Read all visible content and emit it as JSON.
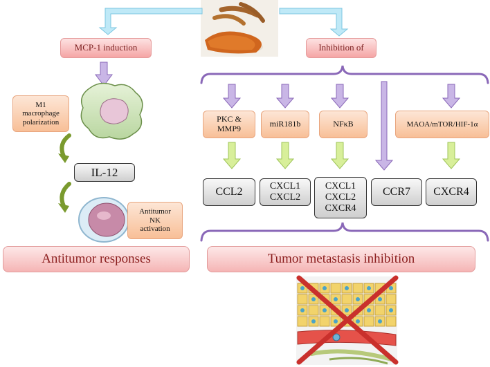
{
  "nodes": {
    "mcp1": "MCP-1 induction",
    "inhibition": "Inhibition of",
    "m1": "M1\nmacrophage\npolarization",
    "il12": "IL-12",
    "nk": "Antitumor\nNK\nactivation",
    "pkc": "PKC &\nMMP9",
    "mir": "miR181b",
    "nfkb": "NFκB",
    "maoa": "MAOA/mTOR/HIF-1α",
    "ccl2": "CCL2",
    "cxcl12a": "CXCL1\nCXCL2",
    "cxcl12b": "CXCL1\nCXCL2\nCXCR4",
    "ccr7": "CCR7",
    "cxcr4": "CXCR4"
  },
  "bands": {
    "antitumor": "Antitumor responses",
    "metastasis": "Tumor metastasis inhibition"
  },
  "colors": {
    "purple_arrow": "#c9b6e6",
    "green_arrow": "#d8ef9a",
    "cyan_arrow": "#bfe9f7",
    "brace": "#8a68b8",
    "cross": "#c9302c"
  }
}
